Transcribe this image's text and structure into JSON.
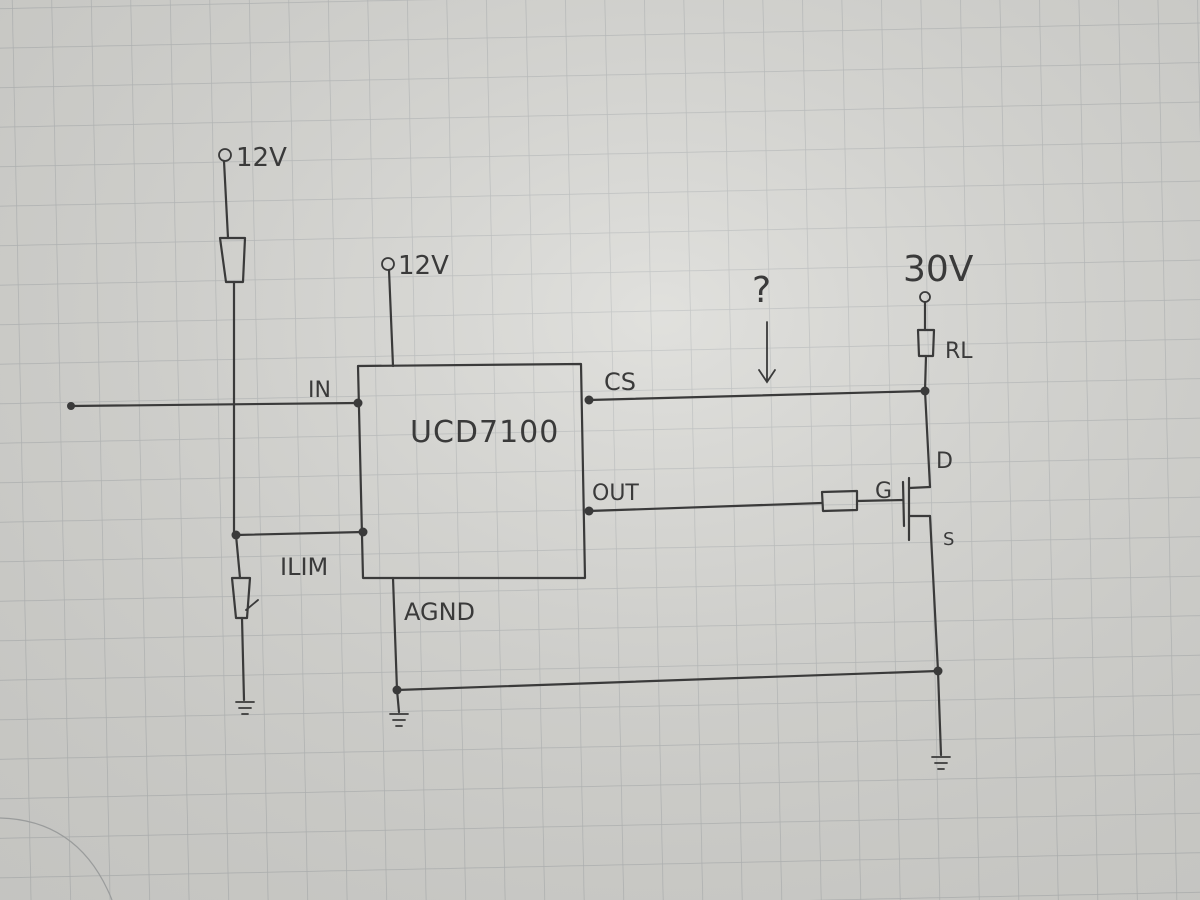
{
  "diagram": {
    "supply_left": "12V",
    "supply_ic": "12V",
    "supply_load": "30V",
    "load_label": "RL",
    "question_mark": "?",
    "ic_name": "UCD7100",
    "pins": {
      "in": "IN",
      "cs": "CS",
      "out": "OUT",
      "ilim": "ILIM",
      "agnd": "AGND"
    },
    "mosfet": {
      "gate": "G",
      "drain": "D",
      "source": "S"
    }
  },
  "colors": {
    "paper": "#d9d9d6",
    "grid": "#b9bcbc",
    "ink": "#3a3a3a"
  }
}
